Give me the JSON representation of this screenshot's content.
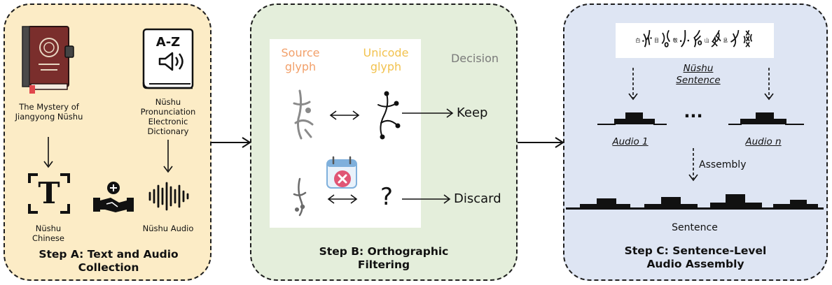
{
  "panel_a": {
    "book1_label": "The Mystery of Jiangyong Nüshu",
    "book2_label": "Nüshu Pronunciation Electronic Dictionary",
    "book2_cover_text": "A-Z",
    "text_label": "Nüshu Chinese",
    "audio_label": "Nüshu Audio",
    "title": "Step A: Text and Audio Collection",
    "text_icon_glyph": "T"
  },
  "panel_b": {
    "col_source": "Source glyph",
    "col_unicode": "Unicode glyph",
    "col_decision": "Decision",
    "row1_decision": "Keep",
    "row2_decision": "Discard",
    "row2_unicode": "?",
    "title": "Step B: Orthographic Filtering",
    "colors": {
      "source_header": "#f2a06a",
      "unicode_header": "#f2c24e",
      "decision_header": "#7a7a7a"
    }
  },
  "panel_c": {
    "strip_chars": [
      "白",
      "𛇁",
      "目",
      "𛆐",
      "敬",
      "𛅿",
      "𛇌",
      "山",
      "𛈊",
      "息",
      "𛅲",
      "𛊃"
    ],
    "sentence_label": "Nüshu Sentence",
    "ellipsis": "...",
    "audio1_label": "Audio 1",
    "audio_n_label": "Audio n",
    "assembly_label": "Assembly",
    "sentence_bottom_label": "Sentence",
    "title": "Step C: Sentence-Level Audio Assembly"
  },
  "colors": {
    "panel_a_bg": "#fcecc6",
    "panel_b_bg": "#e4eedb",
    "panel_c_bg": "#dee5f3",
    "book_maroon": "#7a2e2c",
    "calendar_blue": "#7fb0dc",
    "reject_pink": "#e05575"
  }
}
